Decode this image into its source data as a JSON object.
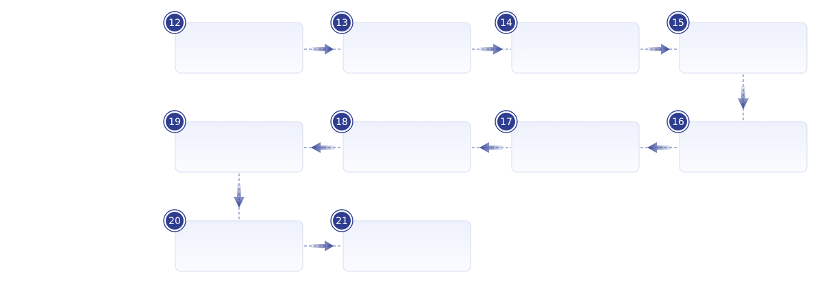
{
  "diagram": {
    "steps": [
      {
        "number": "12"
      },
      {
        "number": "13"
      },
      {
        "number": "14"
      },
      {
        "number": "15"
      },
      {
        "number": "16"
      },
      {
        "number": "17"
      },
      {
        "number": "18"
      },
      {
        "number": "19"
      },
      {
        "number": "20"
      },
      {
        "number": "21"
      }
    ],
    "colors": {
      "badge": "#2e3d8f",
      "box_border": "#d5dcf0",
      "box_fill_top": "#eef1fc",
      "box_fill_bottom": "#fbfcff",
      "arrow": "#3a4a9a",
      "connector": "#5a6aa8"
    }
  }
}
